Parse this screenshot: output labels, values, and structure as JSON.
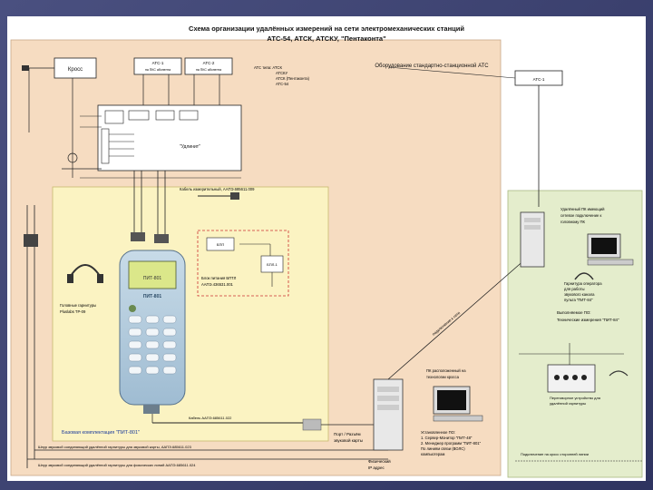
{
  "title": {
    "line1": "Схема организации удалённых измерений на сети электромеханических станций",
    "line2": "АТС-54, АТСК, АТСКУ, \"Пентаконта\""
  },
  "zones": {
    "station_equipment": "Оборудование стандартно-станционной АТС",
    "base_kit": "Базовая комплектация \"ПИТ-801\""
  },
  "boxes": {
    "kross": "Кросс",
    "atc_top1": "АТС-1",
    "atc_top1_sub": "на ПКС абонента",
    "atc_top2": "АТС-2",
    "atc_top2_sub": "на ПКС абонента",
    "atc_right": "АТС-1",
    "udlinitel": "\"Удлинит\"",
    "fr_box": "БПП",
    "bpl_box": "БПЛ-1"
  },
  "labels": {
    "atc_types_1": "АТС типа: АТСК",
    "atc_types_2": "АТСКУ",
    "atc_types_3": "АТСК (Пентаконта)",
    "atc_types_4": "АТС-54",
    "cable_mes": "Кабель измерительный, ААПЭ.685611.009",
    "block_bptl": "Блок питания БПТЛ",
    "block_bptl_code": "ААПЭ.436531.001",
    "headset_left": "Головные гарнитуры",
    "headset_left_sub": "Pluslabs TP-09",
    "cable_cross": "Кабель ААПЭ.685611.022",
    "pc_remote": "ПК расположенный на",
    "pc_remote_2": "технологии кросса",
    "port": "Порт / Разъём",
    "port_2": "звуковой карты",
    "installed_sw": "Установленное ПО:",
    "installed_sw_1": "1. Сервер-Монитор \"ПИТ-48\"",
    "installed_sw_2": "2. Менеджер программ \"ПИТ-801\"",
    "installed_sw_3": "По линиям связи (ВОЛС)",
    "installed_sw_4": "компьютерам",
    "eth": "Физический",
    "eth_2": "IP адрес",
    "cord1": "Шнур звуковой соединяющий удалённой гарнитуры для звуковой карты, ААПЭ.685611.023",
    "cord2": "Шнур звуковой соединяющий удалённой гарнитуры для физических линий ААПЭ.685611.024",
    "wire_label": "подключение к сети",
    "remote_pc": "Удалённый ПК имеющий",
    "remote_pc_2": "сетевое подключение к",
    "remote_pc_3": "головному ПК",
    "headset_operator": "Гарнитура оператора",
    "headset_operator_2": "для работы",
    "headset_operator_3": "звукового канала",
    "headset_operator_4": "пульта \"ПИТ-84\"",
    "installed_sw_right": "Выполняемое ПО:",
    "installed_sw_right_1": "Технические измерения \"ПИТ-84\"",
    "pult": "Переговорное устройство для",
    "pult_2": "удалённой гарнитуры",
    "remote_kross_note": "Подключение на кросс сторонней линии"
  },
  "device": {
    "brand": "ПИТ-801",
    "screen_text": "ПИТ-801"
  },
  "colors": {
    "station_zone": "#f6dcc1",
    "base_zone": "#fbf3c2",
    "remote_zone": "#e4edcc",
    "line": "#222222"
  }
}
